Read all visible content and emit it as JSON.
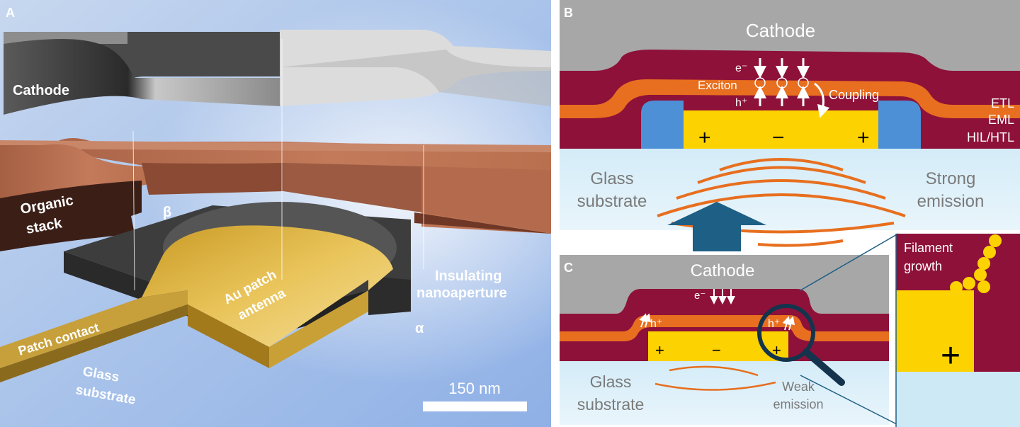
{
  "panel_a": {
    "letter": "A",
    "cathode": "Cathode",
    "organic_stack_line1": "Organic",
    "organic_stack_line2": "stack",
    "beta": "β",
    "alpha": "α",
    "au_patch_line1": "Au patch",
    "au_patch_line2": "antenna",
    "insulating_line1": "Insulating",
    "insulating_line2": "nanoaperture",
    "patch_contact": "Patch contact",
    "glass_line1": "Glass",
    "glass_line2": "substrate",
    "scale_bar": "150 nm"
  },
  "panel_b": {
    "letter": "B",
    "cathode": "Cathode",
    "electron": "e⁻",
    "hole": "h⁺",
    "exciton": "Exciton",
    "coupling": "Coupling",
    "etl": "ETL",
    "eml": "EML",
    "hil_htl": "HIL/HTL",
    "plus_left": "+",
    "minus": "−",
    "plus_right": "+",
    "glass_line1": "Glass",
    "glass_line2": "substrate",
    "strong_line1": "Strong",
    "strong_line2": "emission"
  },
  "panel_c": {
    "letter": "C",
    "cathode": "Cathode",
    "electrons": "e⁻",
    "hole_left": "h⁺",
    "hole_right": "h⁺",
    "plus_left": "+",
    "minus": "−",
    "plus_right": "+",
    "glass_line1": "Glass",
    "glass_line2": "substrate",
    "weak_line1": "Weak",
    "weak_line2": "emission"
  },
  "inset": {
    "filament_line1": "Filament",
    "filament_line2": "growth",
    "plus": "+"
  },
  "colors": {
    "cathode_gray": "#a7a7a7",
    "etl_maroon": "#8e1139",
    "eml_orange": "#e76f1f",
    "htl_blue": "#4d90d5",
    "gold": "#fdd201",
    "glass_blue": "#cde9f6",
    "arrow_blue": "#1e5f85",
    "scene_blue": "#9fc0ea",
    "copper": "#b66c4e"
  }
}
